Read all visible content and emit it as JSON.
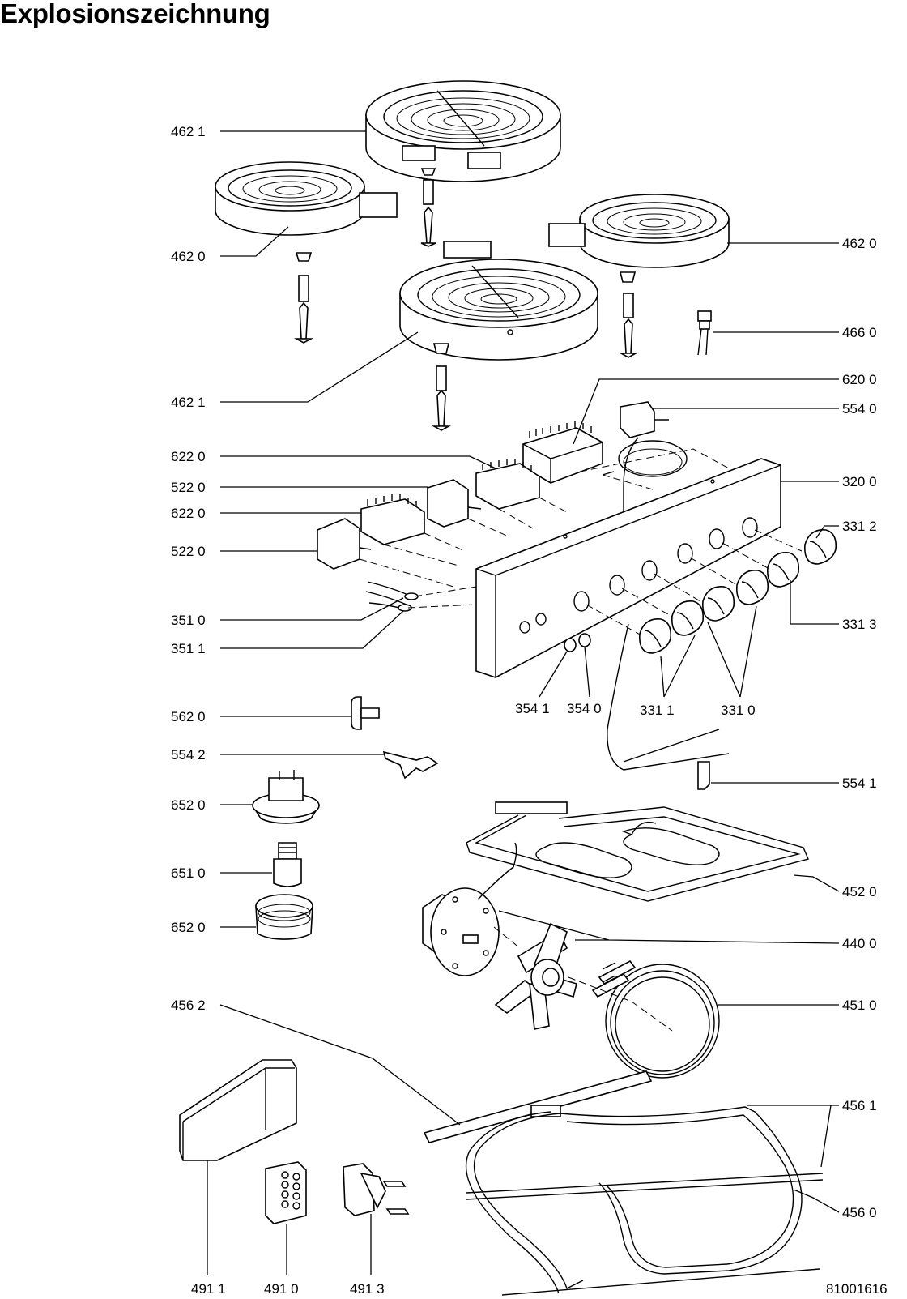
{
  "title": "Explosionszeichnung",
  "drawing_number": "81001616",
  "labels": {
    "hotplate_top_back": "462 1",
    "hotplate_left_back": "462 0",
    "hotplate_right_back": "462 0",
    "indicator_lamp": "466 0",
    "hotplate_front": "462 1",
    "selector_switch_oven": "620 0",
    "thermostat": "554 0",
    "switch_upper": "622 0",
    "energy_regulator_upper": "522 0",
    "switch_lower": "622 0",
    "control_panel": "320 0",
    "knob_thermostat": "331 2",
    "energy_regulator_lower": "522 0",
    "knob_selector": "331 3",
    "cable_a": "351 0",
    "cable_b": "351 1",
    "lamp_ring": "354 1",
    "lamp_lens": "354 0",
    "knobs_small": "331 1",
    "knobs_large": "331 0",
    "clamp": "562 0",
    "sensor_clip": "554 2",
    "thermostat_probe": "554 1",
    "lamp_holder": "652 0",
    "lamp_bulb": "651 0",
    "lamp_cover": "652 0",
    "grill_element": "452 0",
    "fan_motor": "440 0",
    "circular_element": "451 0",
    "element_bracket": "456 2",
    "bottom_element": "456 1",
    "bottom_element_b": "456 0",
    "mounting_bracket": "491 1",
    "terminal_block": "491 0",
    "cable_clamp": "491 3"
  }
}
